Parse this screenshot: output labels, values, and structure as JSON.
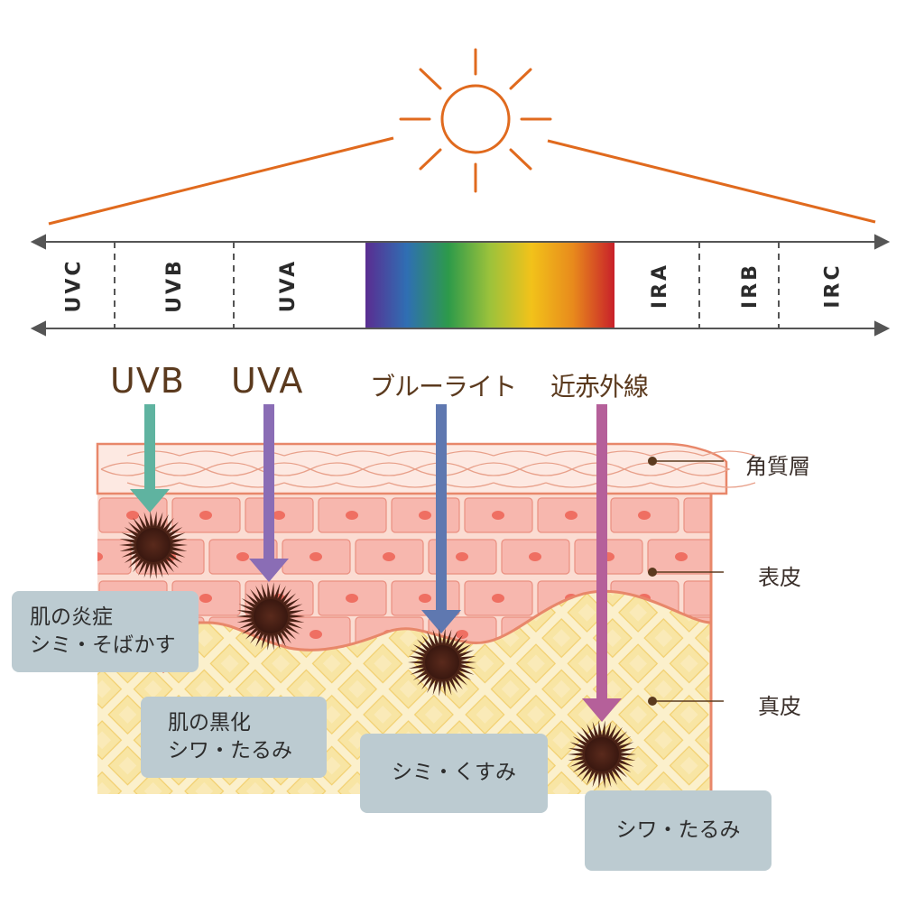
{
  "spectrum": {
    "bands": [
      {
        "id": "uvc",
        "label": "UVC"
      },
      {
        "id": "uvb",
        "label": "UVB"
      },
      {
        "id": "uva",
        "label": "UVA"
      },
      {
        "id": "ira",
        "label": "IRA"
      },
      {
        "id": "irb",
        "label": "IRB"
      },
      {
        "id": "irc",
        "label": "IRC"
      }
    ],
    "visible_gradient": [
      "#5a2d91",
      "#2f6fb3",
      "#2d9a4a",
      "#9cc23b",
      "#f2c21a",
      "#e88a1c",
      "#c8202a"
    ]
  },
  "rays": [
    {
      "id": "uvb",
      "label": "UVB",
      "color": "#5fb3a0"
    },
    {
      "id": "uva",
      "label": "UVA",
      "color": "#8a6db5"
    },
    {
      "id": "blue",
      "label": "ブルーライト",
      "color": "#5f78b0"
    },
    {
      "id": "nir",
      "label": "近赤外線",
      "color": "#b5609a"
    }
  ],
  "layers": [
    {
      "id": "stratum-corneum",
      "label": "角質層"
    },
    {
      "id": "epidermis",
      "label": "表皮"
    },
    {
      "id": "dermis",
      "label": "真皮"
    }
  ],
  "effects": [
    {
      "id": "uvb",
      "lines": [
        "肌の炎症",
        "シミ・そばかす"
      ]
    },
    {
      "id": "uva",
      "lines": [
        "肌の黒化",
        "シワ・たるみ"
      ]
    },
    {
      "id": "blue",
      "lines": [
        "シミ・くすみ"
      ]
    },
    {
      "id": "nir",
      "lines": [
        "シワ・たるみ"
      ]
    }
  ],
  "colors": {
    "sun": "#e06a1e",
    "text_brown": "#5b3a1e",
    "skin_outline": "#e8876a",
    "box_fill": "#bccbd1"
  },
  "icons": [
    "sun-icon",
    "melanin-burst-icon"
  ]
}
